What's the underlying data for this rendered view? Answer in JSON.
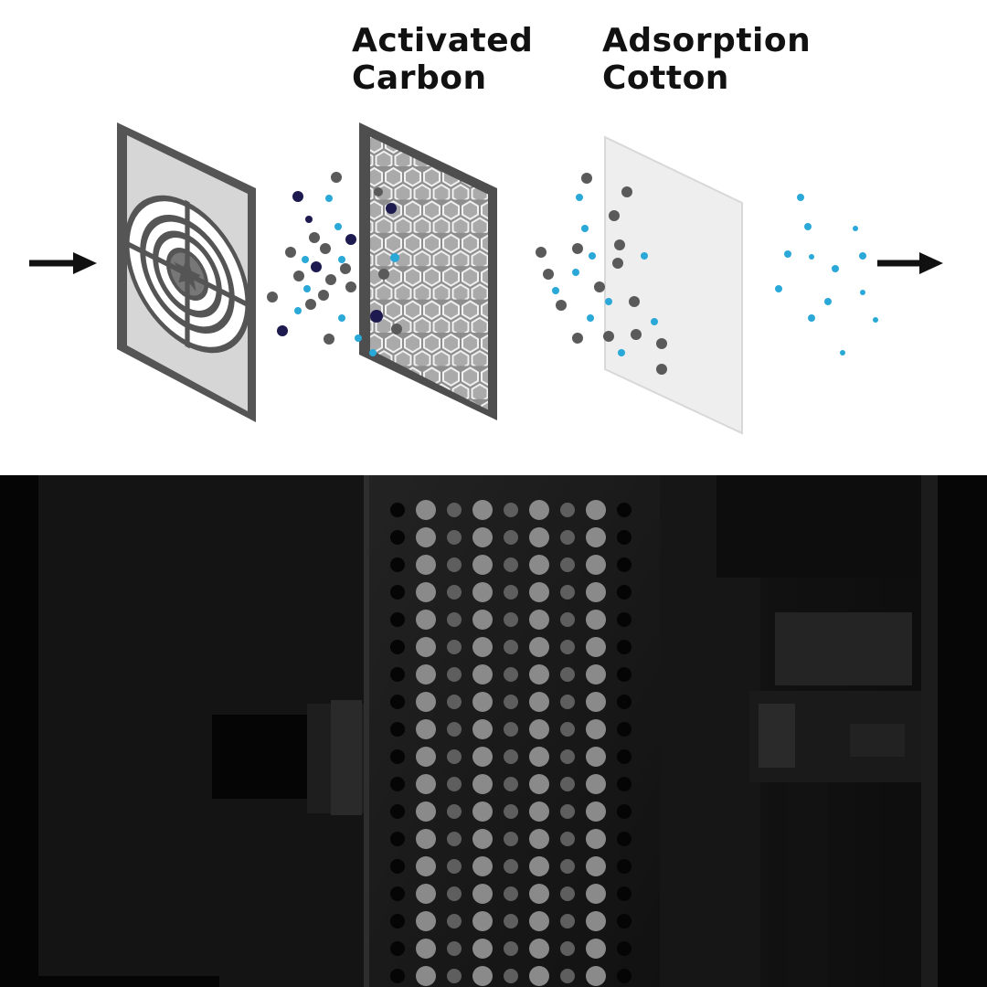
{
  "labels": {
    "carbon": {
      "line1": "Activated",
      "line2": "Carbon"
    },
    "cotton": {
      "line1": "Adsorption",
      "line2": "Cotton"
    }
  },
  "colors": {
    "frame": "#555555",
    "background": "#ffffff",
    "particle_gray": "#5a5a5a",
    "particle_navy": "#1c1a4e",
    "particle_blue": "#2aa8d8",
    "cotton_sheet": "#eeeeee",
    "photo_bg": "#0b0b0b"
  },
  "icons": {
    "inflow": "right-arrow-icon",
    "outflow": "right-arrow-icon",
    "fan_grill": "fan-grill-icon"
  }
}
